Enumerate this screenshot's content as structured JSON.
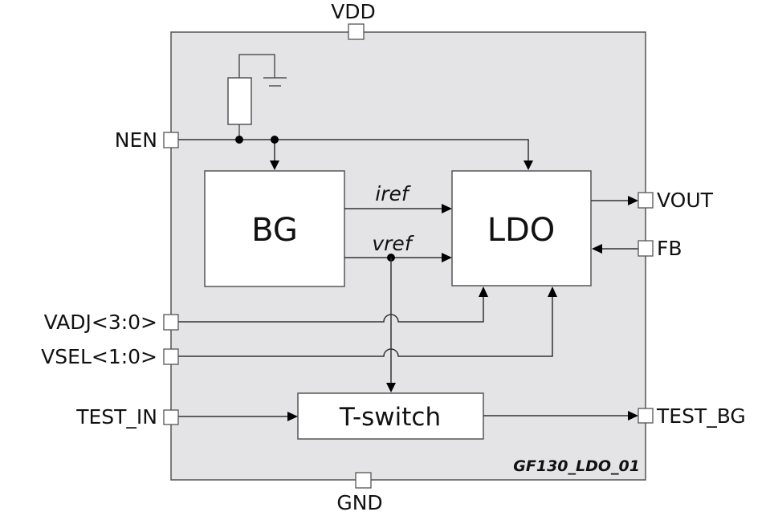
{
  "diagram": {
    "chip_name": "GF130_LDO_01",
    "colors": {
      "chip_fill": "#e4e4e6",
      "block_fill": "#ffffff",
      "line": "#333333"
    },
    "pins": {
      "vdd": "VDD",
      "gnd": "GND",
      "nen": "NEN",
      "vadj": "VADJ<3:0>",
      "vsel": "VSEL<1:0>",
      "test_in": "TEST_IN",
      "vout": "VOUT",
      "fb": "FB",
      "test_bg": "TEST_BG"
    },
    "blocks": {
      "bg": "BG",
      "ldo": "LDO",
      "tswitch": "T-switch"
    },
    "signals": {
      "iref": "iref",
      "vref": "vref"
    },
    "components": [
      "resistor",
      "ground"
    ]
  }
}
